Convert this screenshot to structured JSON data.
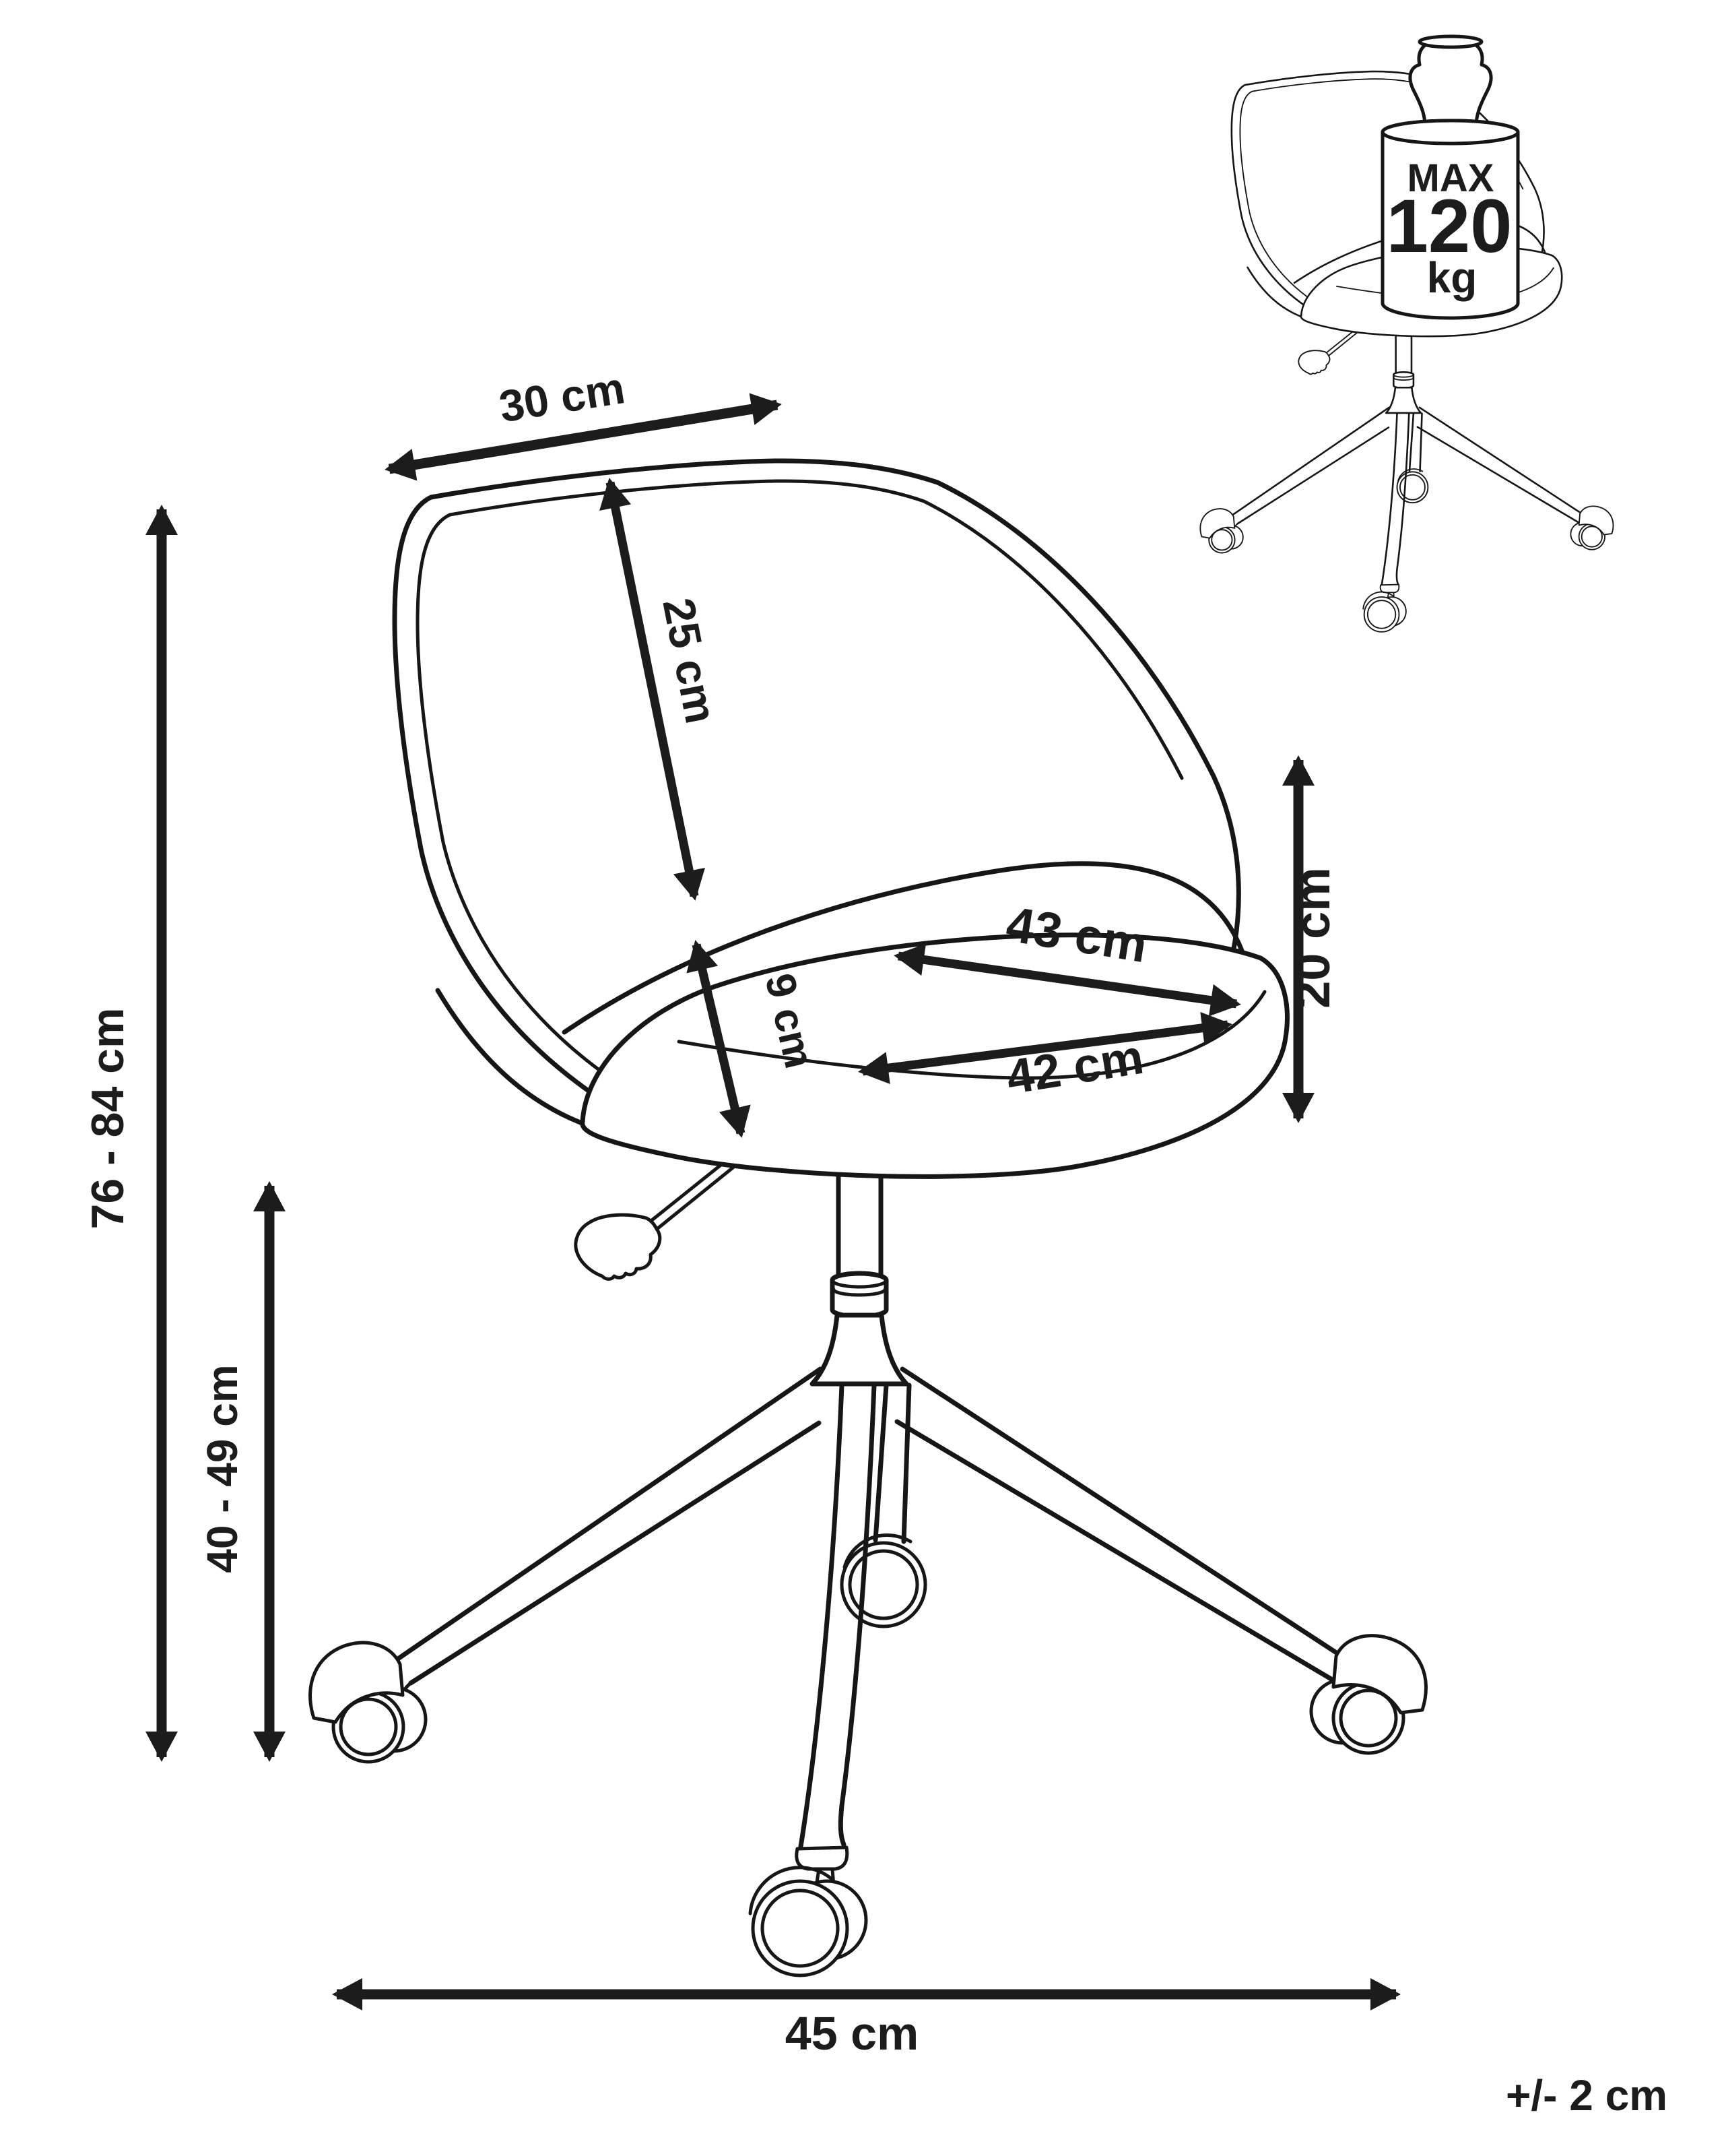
{
  "diagram": {
    "type": "product dimension drawing",
    "product": "swivel office chair with armrests and castors",
    "background_color": "#ffffff",
    "line_color": "#1c1c1c",
    "labels": {
      "total_height": "76 - 84 cm",
      "seat_height": "40 - 49 cm",
      "backrest_top_width": "30 cm",
      "backrest_height": "25 cm",
      "seat_cushion_thickness": "9 cm",
      "seat_depth": "43 cm",
      "seat_width": "42 cm",
      "backrest_above_seat_height": "20 cm",
      "base_width": "45 cm",
      "tolerance": "+/- 2 cm"
    },
    "max_load": {
      "prefix": "MAX",
      "value": "120",
      "unit": "kg"
    }
  }
}
